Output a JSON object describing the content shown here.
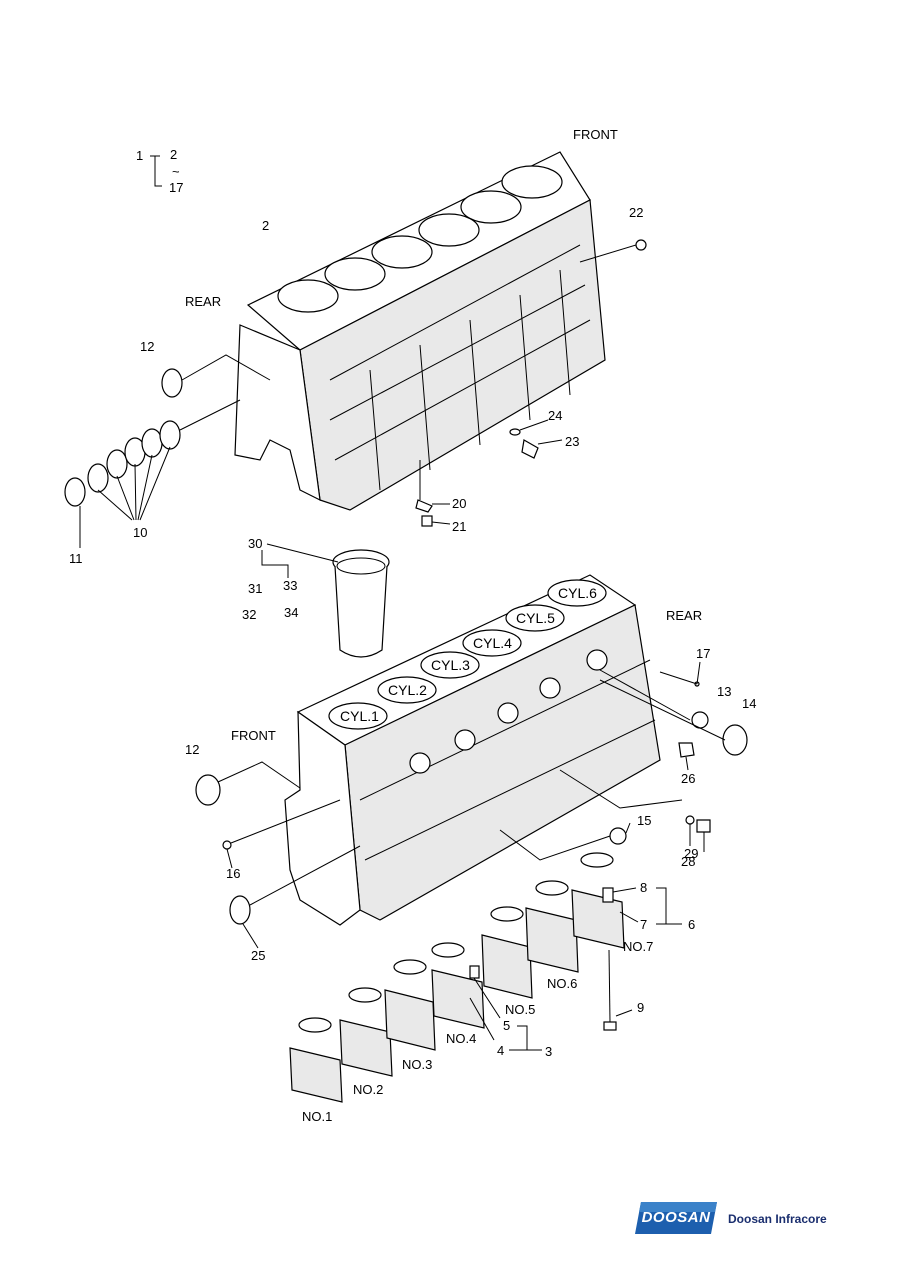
{
  "orientation_labels": {
    "front_top": "FRONT",
    "rear_top": "REAR",
    "rear_bottom": "REAR",
    "front_bottom": "FRONT"
  },
  "assembly_ref": {
    "parent": "1",
    "from": "2",
    "tilde": "~",
    "to": "17"
  },
  "callouts": {
    "c2": "2",
    "c22": "22",
    "c12a": "12",
    "c24": "24",
    "c23": "23",
    "c10": "10",
    "c11": "11",
    "c20": "20",
    "c21": "21",
    "c30": "30",
    "c31": "31",
    "c33": "33",
    "c32": "32",
    "c34": "34",
    "c17": "17",
    "c13": "13",
    "c14": "14",
    "c12b": "12",
    "c26": "26",
    "c15": "15",
    "c29": "29",
    "c28": "28",
    "c16": "16",
    "c25": "25",
    "c8": "8",
    "c7": "7",
    "c6": "6",
    "c9": "9",
    "c5": "5",
    "c4": "4",
    "c3": "3"
  },
  "cylinders": [
    "CYL.1",
    "CYL.2",
    "CYL.3",
    "CYL.4",
    "CYL.5",
    "CYL.6"
  ],
  "bearing_caps": [
    "NO.1",
    "NO.2",
    "NO.3",
    "NO.4",
    "NO.5",
    "NO.6",
    "NO.7"
  ],
  "branding": {
    "logo_text": "DOOSAN",
    "company": "Doosan Infracore",
    "logo_color": "#1d5fae",
    "company_color": "#1a2e6e"
  }
}
